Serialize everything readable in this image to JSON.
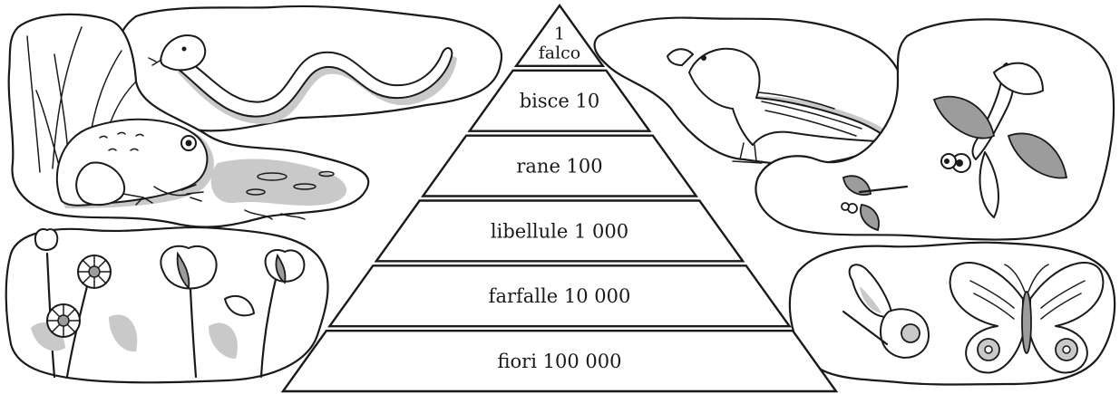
{
  "pyramid": {
    "levels": [
      {
        "lines": [
          "1",
          "falco"
        ],
        "count": 1
      },
      {
        "lines": [
          "bisce 10"
        ],
        "count": 10
      },
      {
        "lines": [
          "rane 100"
        ],
        "count": 100
      },
      {
        "lines": [
          "libellule 1 000"
        ],
        "count": 1000
      },
      {
        "lines": [
          "farfalle 10 000"
        ],
        "count": 10000
      },
      {
        "lines": [
          "fiori 100 000"
        ],
        "count": 100000
      }
    ]
  },
  "illustrations": [
    {
      "icon": "snake-icon"
    },
    {
      "icon": "frog-icon"
    },
    {
      "icon": "flowers-icon"
    },
    {
      "icon": "falcon-icon"
    },
    {
      "icon": "dragonfly-icon"
    },
    {
      "icon": "butterfly-icon"
    }
  ],
  "colors": {
    "ink": "#1a1a1a",
    "shade": "#c9c9c9",
    "background": "#ffffff"
  }
}
